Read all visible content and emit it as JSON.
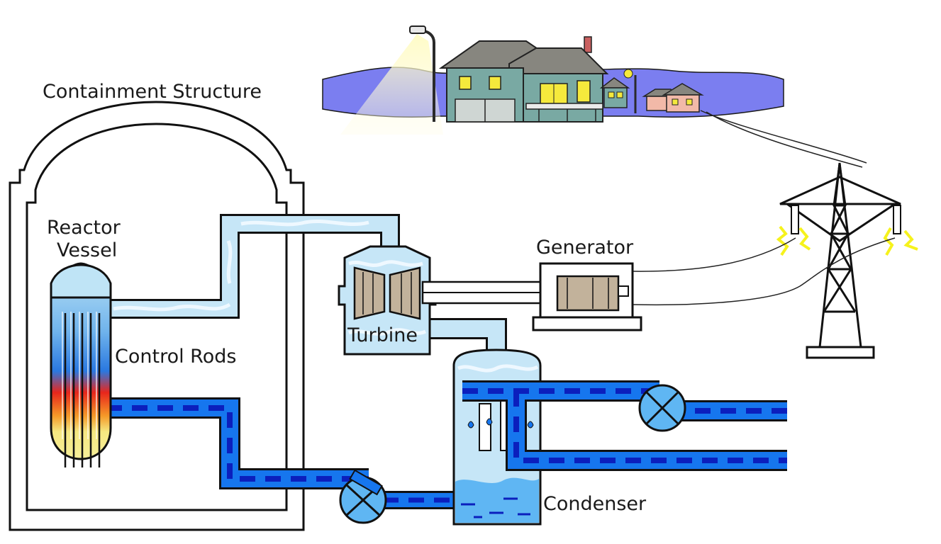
{
  "labels": {
    "containment_structure": "Containment Structure",
    "reactor_vessel_line1": "Reactor",
    "reactor_vessel_line2": "Vessel",
    "control_rods": "Control Rods",
    "turbine": "Turbine",
    "generator": "Generator",
    "condenser": "Condenser"
  },
  "colors": {
    "outline": "#111111",
    "steam": "#c6e6f7",
    "steam_light": "#eef8ff",
    "water": "#1676ee",
    "water_dash": "#0b1fbd",
    "condenser_water": "#5fb6f3",
    "ground": "#7b7ef0",
    "street_light": "#fffbc8",
    "house_body": "#79a9a3",
    "roof": "#87867f",
    "window": "#f5e93c",
    "small_house": "#f2b9a8",
    "fuel_hot": "#e8261c",
    "fuel_warm": "#f5e780",
    "rotor": "#c2b29b",
    "spark": "#f6f21c"
  }
}
